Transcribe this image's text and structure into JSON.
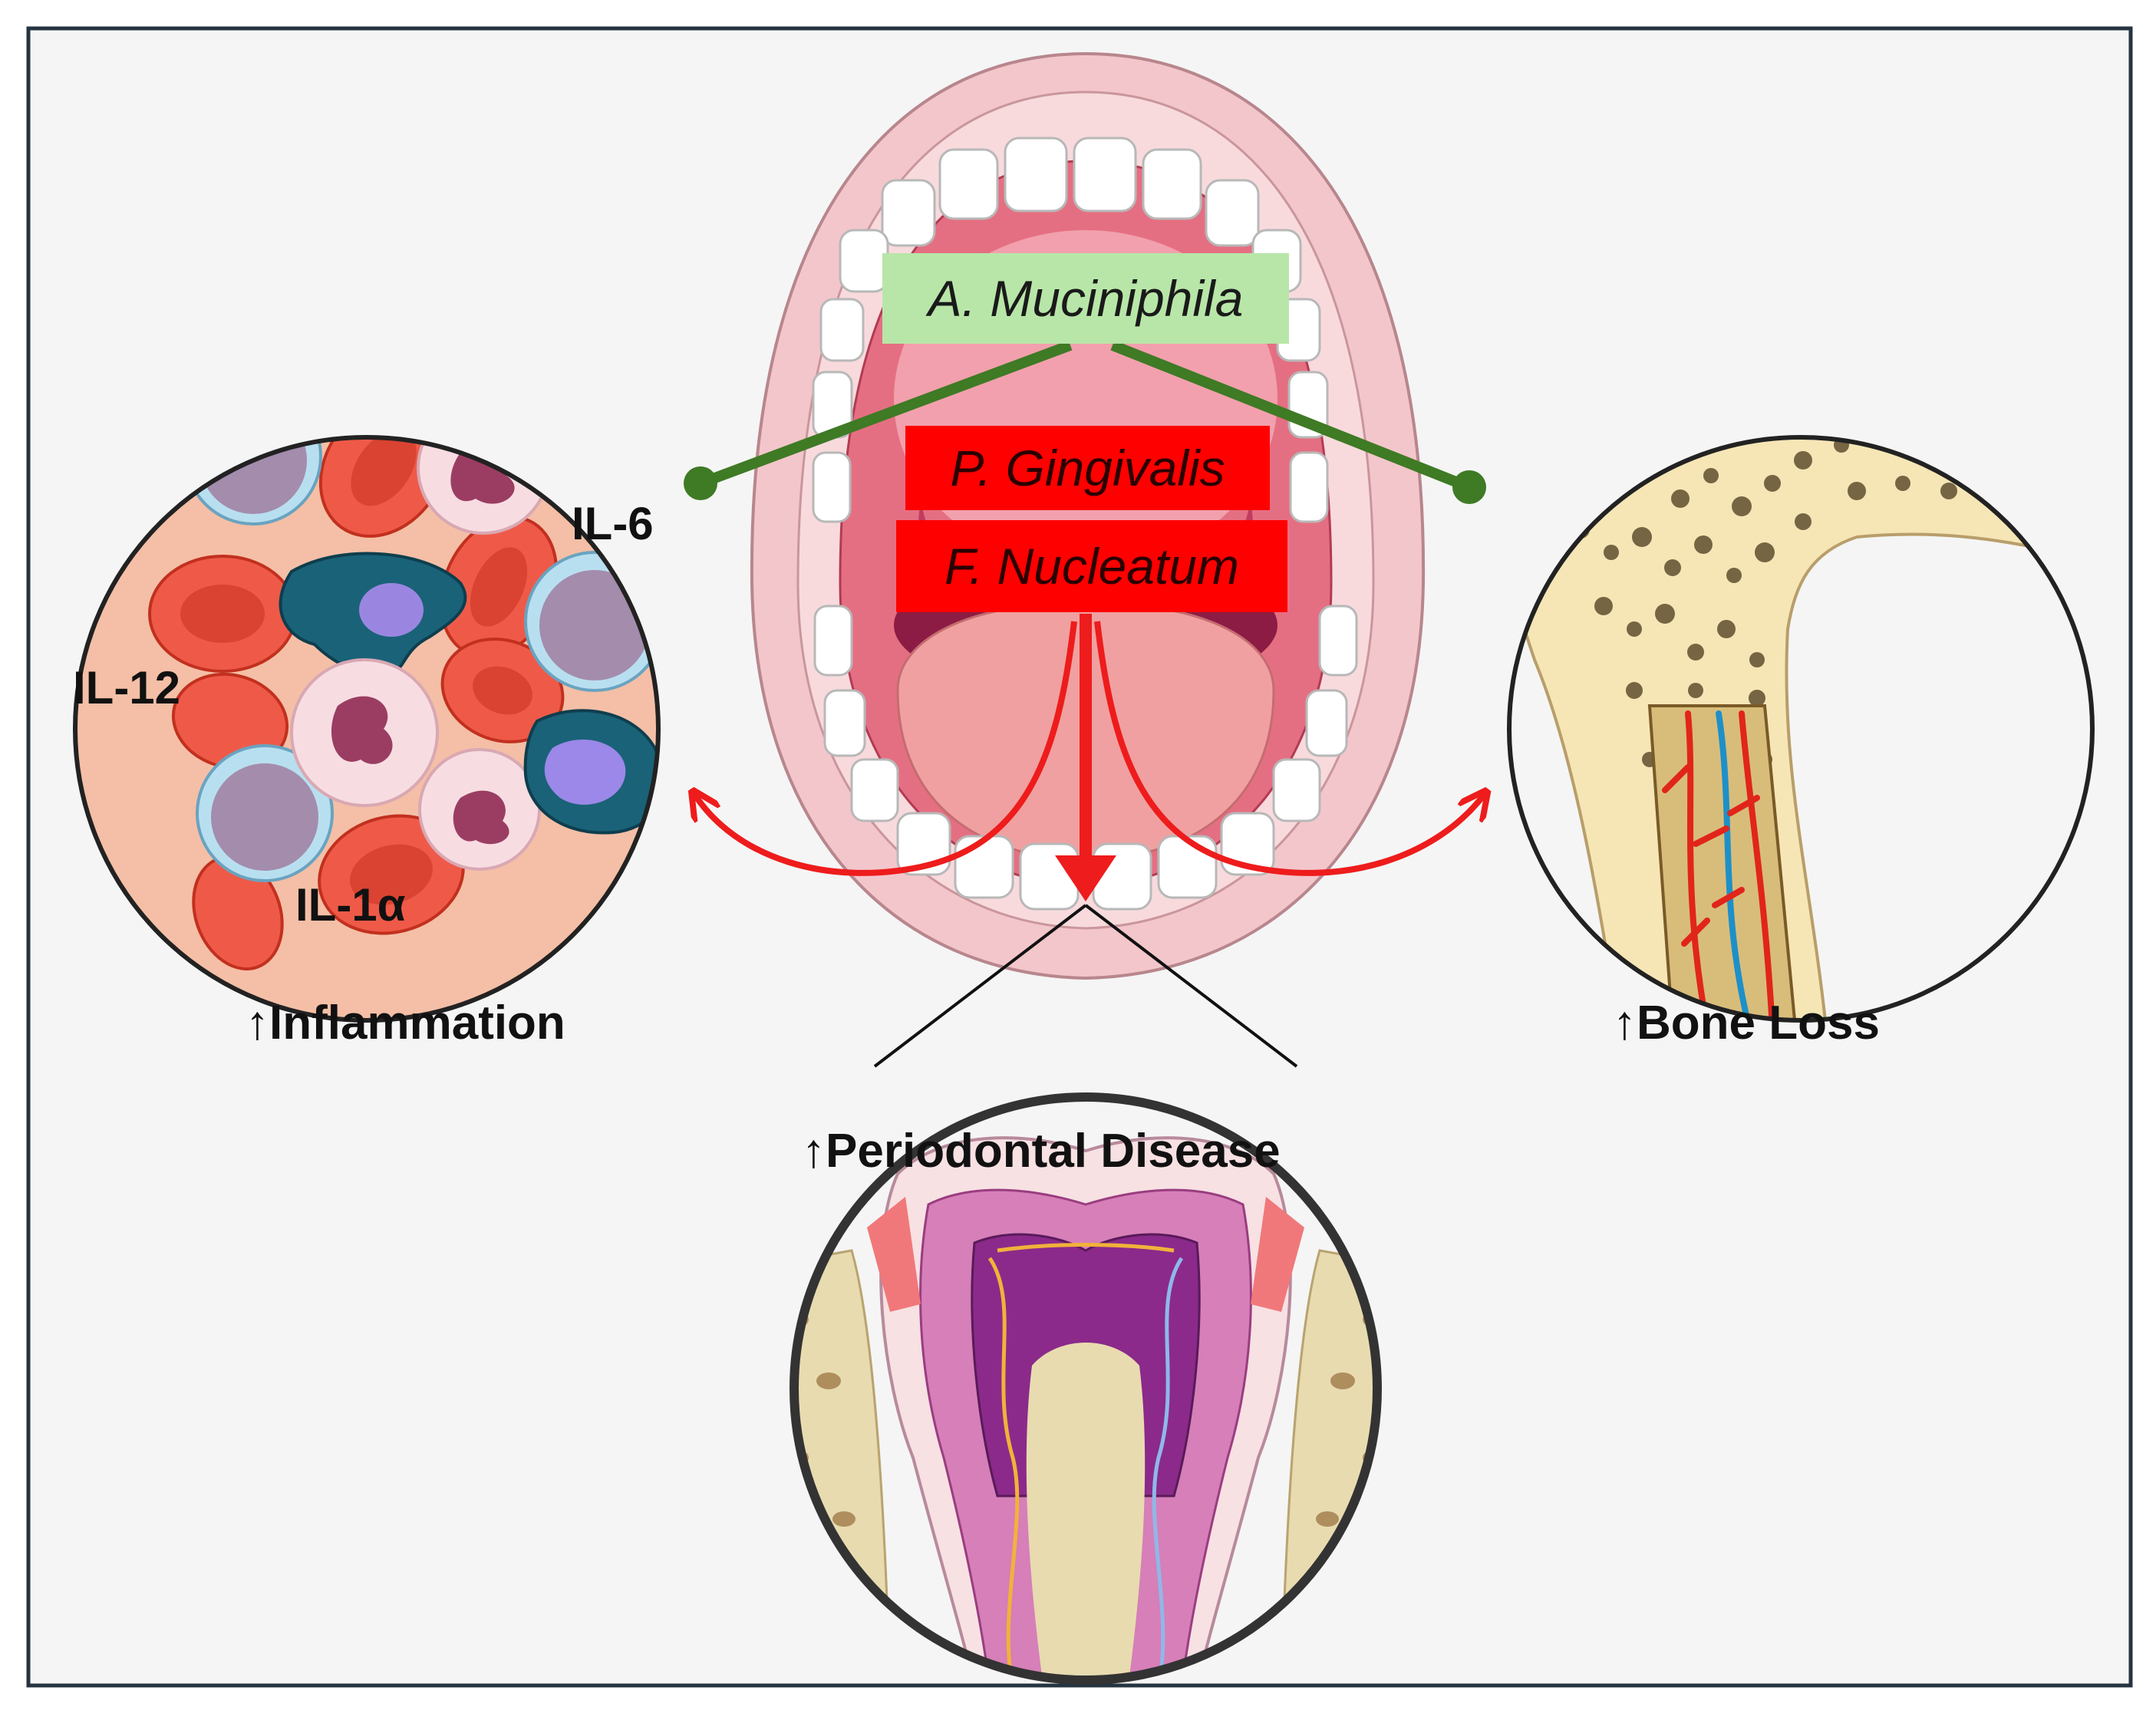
{
  "bacteria": {
    "beneficial": "A. Muciniphila",
    "pathogen_1": "P. Gingivalis",
    "pathogen_2": "F. Nucleatum"
  },
  "cytokines": {
    "il6": "IL-6",
    "il12": "IL-12",
    "il1a": "IL-1α"
  },
  "outcomes": {
    "inflammation": "↑Inflammation",
    "bone_loss": "↑Bone Loss",
    "periodontal": "↑Periodontal Disease"
  },
  "colors": {
    "background": "#f5f5f5",
    "inhibit_line": "#3f7a25",
    "promote_arrow": "#ee1c1c",
    "beneficial_box": "#b8e6a8",
    "pathogen_box": "#ff0000",
    "cell_panel": "#f4bfa6",
    "bone": "#f6e6b6"
  }
}
